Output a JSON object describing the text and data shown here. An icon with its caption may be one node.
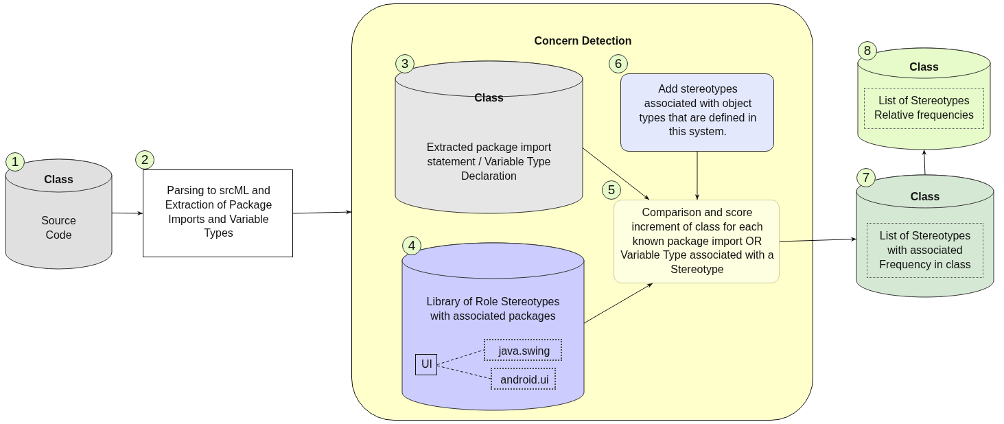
{
  "diagram": {
    "nodes": [
      {
        "text": [
          "Class",
          "Source Code"
        ],
        "beside": [
          "1"
        ]
      },
      {
        "text": [
          "Parsing to srcML and Extraction of Package Imports and Variable Types"
        ],
        "beside": [
          "2"
        ]
      },
      {
        "text": [
          "Concern Detection"
        ]
      },
      {
        "text": [
          "Class",
          "Extracted package import statement / Variable Type Declaration"
        ],
        "beside": [
          "3"
        ],
        "in": 2
      },
      {
        "text": [
          "Library of Role Stereotypes with associated packages"
        ],
        "beside": [
          "4"
        ],
        "in": 2
      },
      {
        "text": [
          "UI"
        ],
        "in": 4
      },
      {
        "text": [
          "java.swing"
        ],
        "in": 4
      },
      {
        "text": [
          "android.ui"
        ],
        "in": 4
      },
      {
        "text": [
          "Comparison and score increment of class for each known package import OR Variable Type associated with a Stereotype"
        ],
        "beside": [
          "5"
        ],
        "in": 2
      },
      {
        "text": [
          "Add stereotypes associated with object types that are defined in this system."
        ],
        "beside": [
          "6"
        ],
        "in": 2
      },
      {
        "text": [
          "Class",
          "List of Stereotypes with associated Frequency in class"
        ],
        "beside": [
          "7"
        ]
      },
      {
        "text": [
          "Class",
          "List of Stereotypes Relative frequencies"
        ],
        "beside": [
          "8"
        ]
      }
    ],
    "edges": [
      {
        "from": 0,
        "to": 1,
        "arrow": "to"
      },
      {
        "from": 1,
        "to": 2,
        "arrow": "to"
      },
      {
        "from": 3,
        "to": 8,
        "arrow": "to"
      },
      {
        "from": 4,
        "to": 8,
        "arrow": "to"
      },
      {
        "from": 9,
        "to": 8,
        "arrow": "to"
      },
      {
        "from": 8,
        "to": 10,
        "arrow": "to"
      },
      {
        "from": 10,
        "to": 11,
        "arrow": "to"
      },
      {
        "from": 5,
        "to": 6,
        "arrow": "none",
        "style": "dashed"
      },
      {
        "from": 5,
        "to": 7,
        "arrow": "none",
        "style": "dashed"
      }
    ]
  }
}
